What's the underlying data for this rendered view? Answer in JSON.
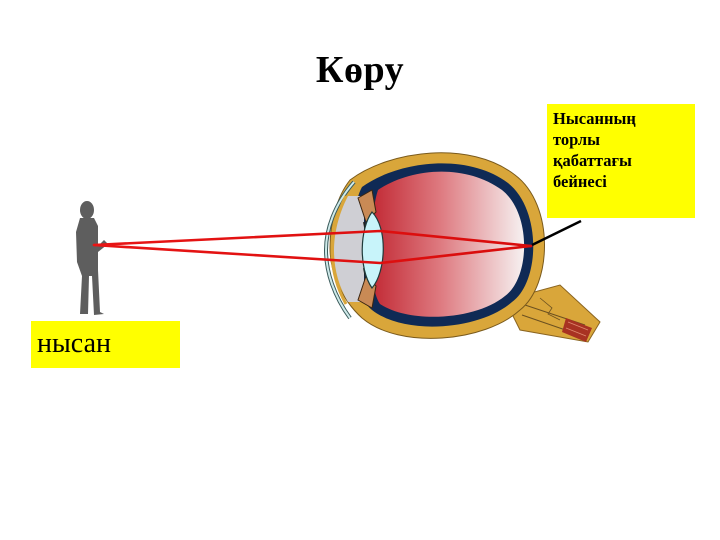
{
  "slide": {
    "title": "Көру",
    "background_color": "#ffffff"
  },
  "labels": {
    "retina_image": {
      "lines": [
        "Нысанның",
        "торлы",
        "қабаттағы",
        "бейнесі"
      ],
      "background_color": "#ffff00"
    },
    "object": {
      "text": "нысан",
      "background_color": "#ffff00"
    }
  },
  "diagram": {
    "subject": "human-eye-image-formation",
    "components": [
      "person-silhouette",
      "light-rays",
      "cornea",
      "aqueous-humor",
      "iris",
      "lens",
      "vitreous-body",
      "retina",
      "sclera",
      "optic-nerve",
      "retina-pointer-line"
    ],
    "colors": {
      "ray": "#e01010",
      "sclera": "#d9a63a",
      "choroid": "#0f2a55",
      "vitreous_dark": "#c8303a",
      "vitreous_light": "#f4f0f0",
      "lens": "#c8f4fa",
      "aqueous": "#cfcfd4",
      "person": "#5e5e5e"
    }
  }
}
